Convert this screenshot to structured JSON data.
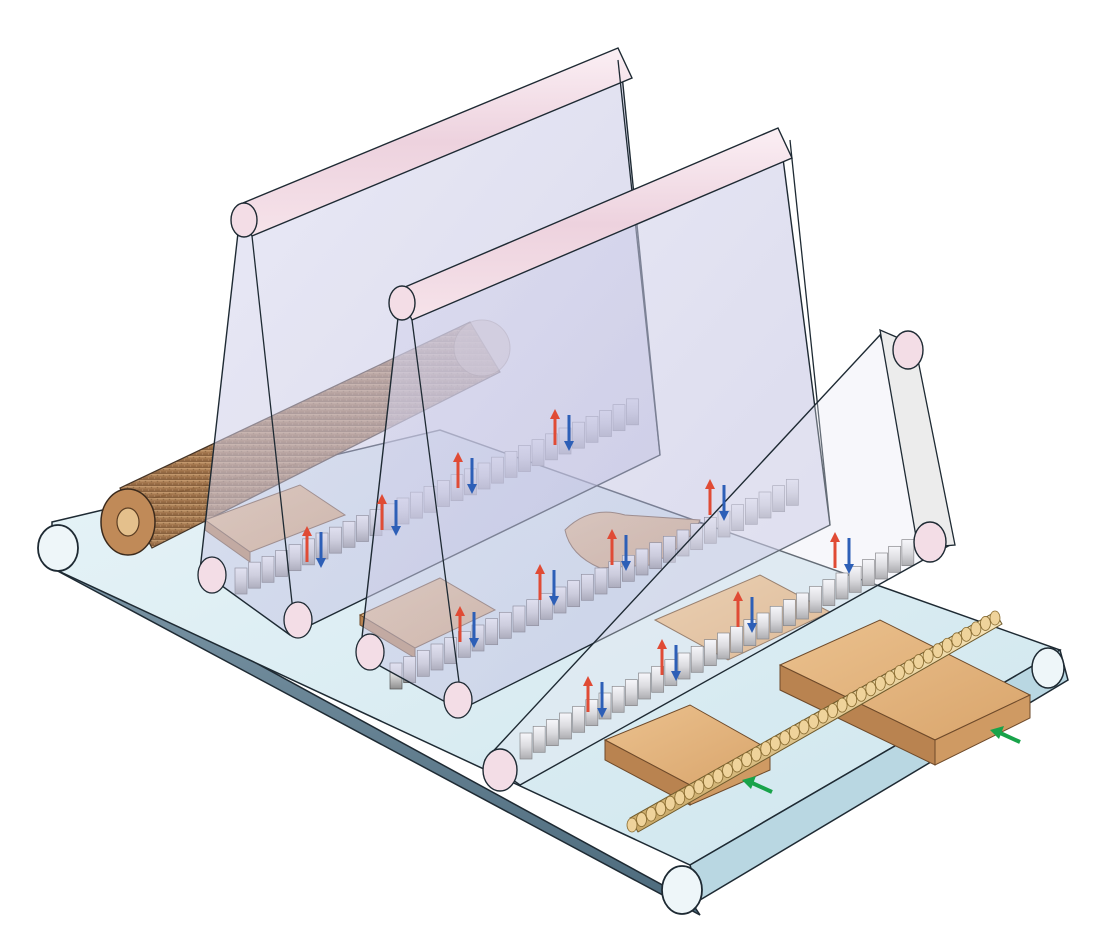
{
  "colors": {
    "background": "#ffffff",
    "conveyor_belt_top": "#d9ecf1",
    "conveyor_belt_side": "#5f7c8e",
    "roller": "#eef6f9",
    "frame_film": "#c9c9e6",
    "frame_roller": "#f1dbe4",
    "wood": "#e2b47f",
    "wood_dark": "#b98350",
    "cork_roll": "#a9784a",
    "press_rod": "#efd39b",
    "heating_block": "#e9e9e9",
    "arrow_up": "#e04b35",
    "arrow_down": "#2d5fb7",
    "arrow_feed": "#18a34a"
  },
  "components": {
    "conveyor": "conveyor-belt",
    "press_frames": [
      "rear-press-frame",
      "middle-press-frame",
      "front-tilted-press-frame"
    ],
    "roller_bar": "threaded-press-rod",
    "material_roll": "cork-material-roll",
    "workpieces": [
      "wood-board-1",
      "wood-board-2",
      "wood-board-3",
      "wood-board-4",
      "wood-board-5"
    ],
    "arrow_icons": [
      "up-arrow-icon",
      "down-arrow-icon",
      "feed-arrow-icon"
    ]
  }
}
